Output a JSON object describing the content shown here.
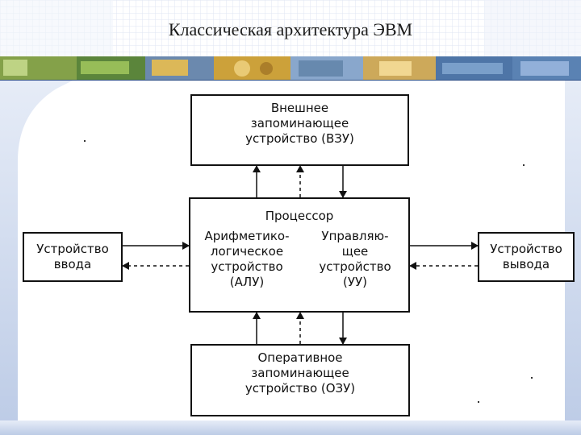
{
  "slide": {
    "title": "Классическая архитектура ЭВМ"
  },
  "colors": {
    "slide_background": "#ffffff",
    "frame_blue": "#c9d7ee",
    "box_border": "#111111",
    "arrow": "#111111"
  },
  "diagram": {
    "external_memory": {
      "line1": "Внешнее",
      "line2": "запоминающее",
      "line3": "устройство (ВЗУ)"
    },
    "processor": {
      "title": "Процессор",
      "alu": {
        "line1": "Арифметико-",
        "line2": "логическое",
        "line3": "устройство",
        "line4": "(АЛУ)"
      },
      "cu": {
        "line1": "Управляю-",
        "line2": "щее",
        "line3": "устройство",
        "line4": "(УУ)"
      }
    },
    "input_device": {
      "line1": "Устройство",
      "line2": "ввода"
    },
    "output_device": {
      "line1": "Устройство",
      "line2": "вывода"
    },
    "ram": {
      "line1": "Оперативное",
      "line2": "запоминающее",
      "line3": "устройство (ОЗУ)"
    },
    "arrows": [
      {
        "from": "processor",
        "to": "external_memory",
        "style": "solid"
      },
      {
        "from": "processor",
        "to": "external_memory",
        "style": "dashed"
      },
      {
        "from": "external_memory",
        "to": "processor",
        "style": "solid"
      },
      {
        "from": "input_device",
        "to": "processor",
        "style": "solid"
      },
      {
        "from": "processor",
        "to": "input_device",
        "style": "dashed"
      },
      {
        "from": "processor",
        "to": "output_device",
        "style": "solid"
      },
      {
        "from": "output_device",
        "to": "processor",
        "style": "dashed"
      },
      {
        "from": "ram",
        "to": "processor",
        "style": "solid"
      },
      {
        "from": "ram",
        "to": "processor",
        "style": "dashed"
      },
      {
        "from": "processor",
        "to": "ram",
        "style": "solid"
      }
    ]
  }
}
